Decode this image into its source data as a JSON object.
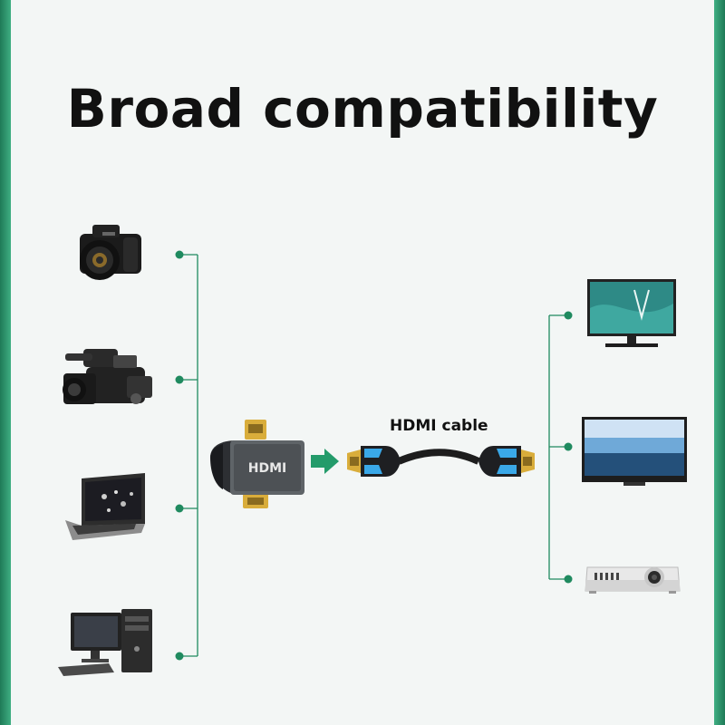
{
  "title": "Broad compatibility",
  "cable_label": "HDMI cable",
  "adapter_logo": "HDMI",
  "colors": {
    "frame": "#2e9a6e",
    "connector_line": "#1f8a5f",
    "arrow": "#239b6a",
    "cable_accent": "#3aa8e8",
    "gold": "#d9ad3b"
  },
  "source_devices": [
    {
      "name": "dslr-camera",
      "icon": "camera-icon"
    },
    {
      "name": "camcorder",
      "icon": "camcorder-icon"
    },
    {
      "name": "laptop",
      "icon": "laptop-icon"
    },
    {
      "name": "desktop-pc",
      "icon": "desktop-pc-icon"
    }
  ],
  "display_devices": [
    {
      "name": "monitor",
      "icon": "monitor-icon"
    },
    {
      "name": "tv",
      "icon": "tv-icon"
    },
    {
      "name": "projector",
      "icon": "projector-icon"
    }
  ]
}
